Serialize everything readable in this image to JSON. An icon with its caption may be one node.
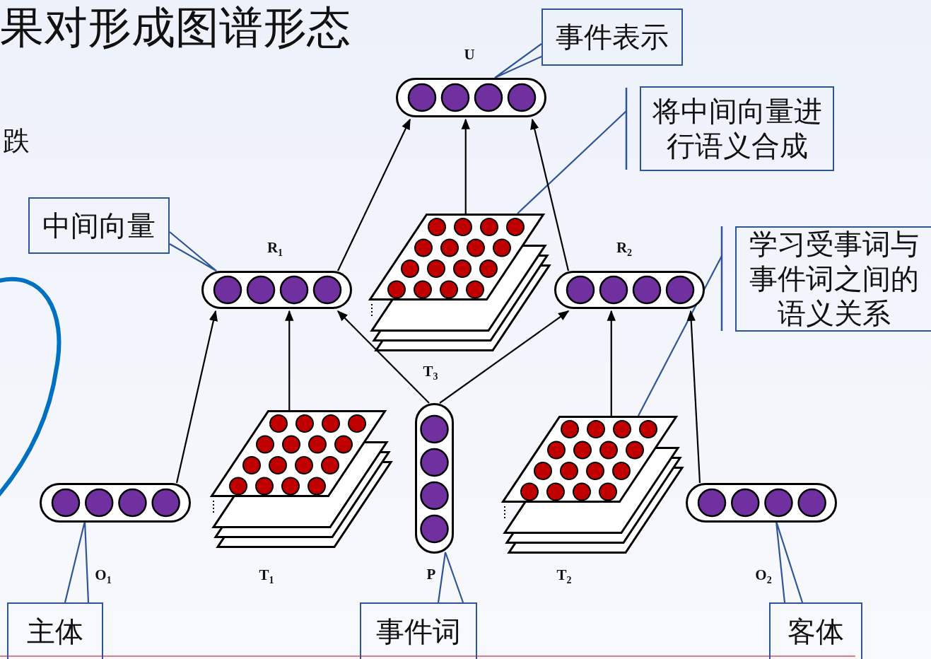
{
  "diagram": {
    "title": "果对形成图谱形态",
    "nodes": [
      {
        "text": [],
        "shape": "capsule",
        "beside": [
          "U"
        ]
      },
      {
        "text": [
          "事件表示"
        ]
      },
      {
        "text": [
          "将中间向量进行语义合成"
        ]
      },
      {
        "text": [
          "中间向量"
        ]
      },
      {
        "text": [],
        "shape": "capsule",
        "beside": [
          "R$_{1}$"
        ]
      },
      {
        "text": [],
        "shape": "stack",
        "beside": [
          "T$_{3}$"
        ]
      },
      {
        "text": [],
        "shape": "capsule",
        "beside": [
          "R$_{2}$"
        ]
      },
      {
        "text": [
          "学习受事词与事件词之间的语义关系"
        ]
      },
      {
        "text": [],
        "shape": "capsule"
      },
      {
        "text": [],
        "shape": "stack",
        "beside": [
          "T$_{1}$"
        ]
      },
      {
        "text": [],
        "shape": "capsule",
        "beside": [
          "P"
        ]
      },
      {
        "text": [],
        "shape": "stack",
        "beside": [
          "T$_{2}$"
        ]
      },
      {
        "text": [],
        "shape": "capsule"
      },
      {
        "text": [
          "主体"
        ]
      },
      {
        "text": [
          "事件词"
        ]
      },
      {
        "text": [
          "客体"
        ]
      }
    ],
    "edges": [
      {
        "from": 1,
        "to": 0,
        "arrow": "none",
        "color": "#2f5597"
      },
      {
        "from": 2,
        "to": 5,
        "arrow": "none",
        "color": "#2f5597"
      },
      {
        "from": 3,
        "to": 4,
        "arrow": "none",
        "color": "#2f5597"
      },
      {
        "from": 7,
        "to": 11,
        "arrow": "none",
        "color": "#2f5597"
      },
      {
        "from": 13,
        "to": 8,
        "arrow": "none",
        "color": "#2f5597"
      },
      {
        "from": 14,
        "to": 10,
        "arrow": "none",
        "color": "#2f5597"
      },
      {
        "from": 15,
        "to": 12,
        "arrow": "none",
        "color": "#2f5597"
      },
      {
        "from": 8,
        "to": 4,
        "arrow": "to"
      },
      {
        "from": 9,
        "to": 4,
        "arrow": "to"
      },
      {
        "from": 10,
        "to": 4,
        "arrow": "to"
      },
      {
        "from": 10,
        "to": 6,
        "arrow": "to"
      },
      {
        "from": 11,
        "to": 6,
        "arrow": "to"
      },
      {
        "from": 12,
        "to": 6,
        "arrow": "to"
      },
      {
        "from": 4,
        "to": 0,
        "arrow": "to"
      },
      {
        "from": 5,
        "to": 0,
        "arrow": "to"
      },
      {
        "from": 6,
        "to": 0,
        "arrow": "to"
      }
    ],
    "labels": [
      "跌",
      "O$_{1}$",
      "O$_{2}$"
    ]
  }
}
